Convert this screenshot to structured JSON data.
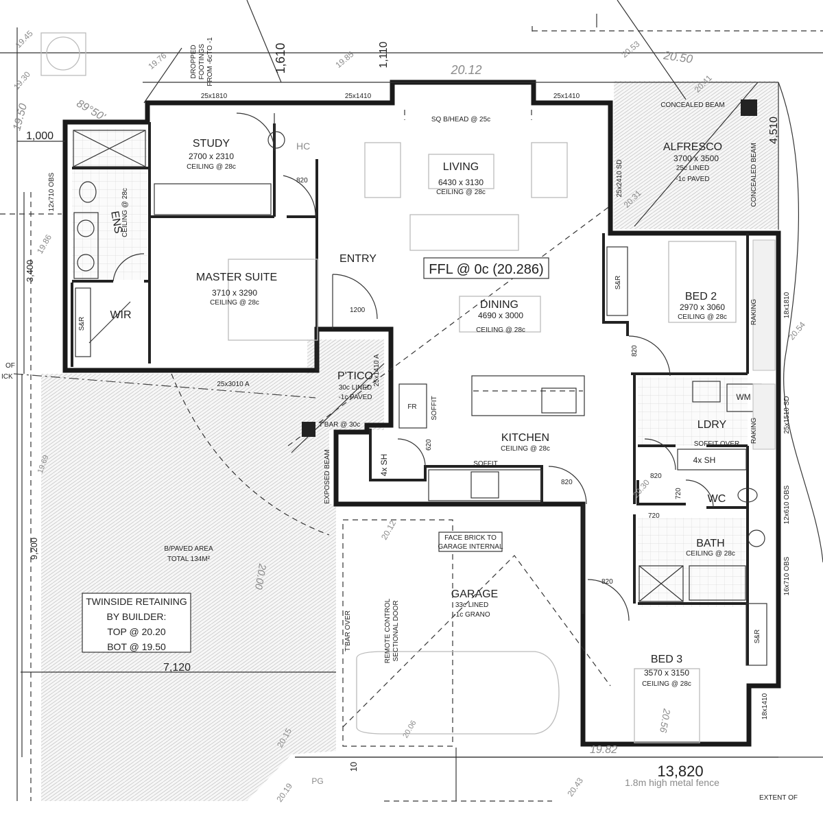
{
  "plan": {
    "rooms": [
      {
        "key": "study",
        "name": "STUDY",
        "size": "2700 x 2310",
        "ceiling": "CEILING @ 28c"
      },
      {
        "key": "living",
        "name": "LIVING",
        "size": "6430 x 3130",
        "ceiling": "CEILING @ 28c"
      },
      {
        "key": "alfresco",
        "name": "ALFRESCO",
        "size": "3700 x 3500",
        "note1": "25c LINED",
        "note2": "-1c PAVED"
      },
      {
        "key": "master",
        "name": "MASTER SUITE",
        "size": "3710 x 3290",
        "ceiling": "CEILING @ 28c"
      },
      {
        "key": "ens",
        "name": "ENS",
        "ceiling": "CEILING @ 28c"
      },
      {
        "key": "wir",
        "name": "WIR"
      },
      {
        "key": "entry",
        "name": "ENTRY"
      },
      {
        "key": "dining",
        "name": "DINING",
        "size": "4690 x 3000",
        "ceiling": "CEILING @ 28c"
      },
      {
        "key": "bed2",
        "name": "BED 2",
        "size": "2970 x 3060",
        "ceiling": "CEILING @ 28c"
      },
      {
        "key": "portico",
        "name": "P'TICO",
        "note1": "30c LINED",
        "note2": "-1c PAVED"
      },
      {
        "key": "kitchen",
        "name": "KITCHEN",
        "ceiling": "CEILING @ 28c"
      },
      {
        "key": "ldry",
        "name": "LDRY",
        "note1": "SOFFIT OVER"
      },
      {
        "key": "wc",
        "name": "WC"
      },
      {
        "key": "bath",
        "name": "BATH",
        "ceiling": "CEILING @ 28c"
      },
      {
        "key": "garage",
        "name": "GARAGE",
        "note1": "33c LINED",
        "note2": "-1c GRANO"
      },
      {
        "key": "bed3",
        "name": "BED 3",
        "size": "3570 x 3150",
        "ceiling": "CEILING @ 28c"
      }
    ],
    "ffl": "FFL @ 0c (20.286)",
    "retaining": {
      "line1": "TWINSIDE RETAINING",
      "line2": "BY BUILDER:",
      "line3": "TOP @ 20.20",
      "line4": "BOT @ 19.50"
    },
    "paved_area": {
      "line1": "B/PAVED AREA",
      "line2": "TOTAL 134M²"
    },
    "face_brick": {
      "line1": "FACE BRICK TO",
      "line2": "GARAGE INTERNAL"
    },
    "labels": {
      "hc": "HC",
      "sq_bhead": "SQ B/HEAD @ 25c",
      "concealed_beam": "CONCEALED BEAM",
      "concealed_beam_v": "CONCEALED BEAM",
      "wm": "WM",
      "fr": "FR",
      "soffit": "SOFFIT",
      "soffit_v": "SOFFIT",
      "four_sh_a": "4x SH",
      "four_sh_b": "4x SH",
      "s_r_a": "S&R",
      "s_r_b": "S&R",
      "s_r_c": "S&R",
      "exposed_beam": "EXPOSED BEAM",
      "tbar": "T'BAR @ 30c",
      "tbar_over": "T'BAR OVER",
      "remote": "REMOTE CONTROL",
      "sectional": "SECTIONAL DOOR",
      "raking_a": "RAKING",
      "raking_b": "RAKING",
      "fence": "1.8m high metal fence",
      "extent": "EXTENT OF",
      "pg": "PG",
      "dropped_a": "DROPPED",
      "dropped_b": "FOOTINGS",
      "dropped_c": "FROM -6cTO -1",
      "obs_a": "12x710 OBS",
      "obs_b": "12x610 OBS",
      "obs_c": "16x710 OBS",
      "win_a": "18x1810",
      "win_b": "25x1510 SD",
      "win_c": "18x1410",
      "win_d": "25x2410 SD",
      "of": "OF",
      "ick": "ICK"
    },
    "dims": {
      "d1000": "1,000",
      "d1610": "1,610",
      "d1110": "1,110",
      "d4510": "4,510",
      "d3400": "3,400",
      "d9200": "9,200",
      "d7120": "7,120",
      "d13820": "13,820",
      "d10": "10",
      "d820a": "820",
      "d820b": "820",
      "d820c": "820",
      "d820d": "820",
      "d820e": "820",
      "d720a": "720",
      "d720b": "720",
      "d620": "620",
      "d1200": "1200",
      "w1810": "25x1810",
      "w1410a": "25x1410",
      "w1410b": "25x1410",
      "w3010": "25x3010 A",
      "w1410c": "25x1410 A"
    },
    "levels": {
      "l2012a": "20.12",
      "l2050": "20.50",
      "l1945": "19.45",
      "l1930": "19.30",
      "l1976": "19.76",
      "l1985": "19.85",
      "l2053": "20.53",
      "l2041": "20.41",
      "l2031": "20.31",
      "l2054": "20.54",
      "l1986": "19.86",
      "l1950": "19.50",
      "l8950": "89°50'",
      "l2000": "20.00",
      "l2012b": "20.12",
      "l2030": "20.30",
      "l1982": "19.82",
      "l2019": "20.19",
      "l2043": "20.43",
      "l2056": "20.56",
      "l2015": "20.15",
      "l1969": "19.69",
      "l2006": "20.06"
    }
  }
}
